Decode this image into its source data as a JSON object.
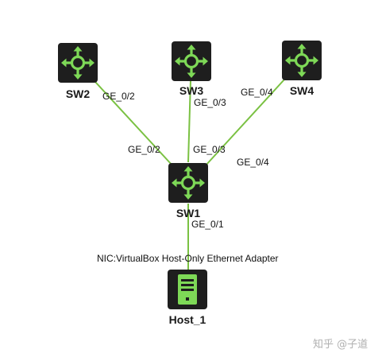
{
  "nodes": {
    "sw1": {
      "name": "SW1",
      "icon": "switch-icon"
    },
    "sw2": {
      "name": "SW2",
      "icon": "switch-icon"
    },
    "sw3": {
      "name": "SW3",
      "icon": "switch-icon"
    },
    "sw4": {
      "name": "SW4",
      "icon": "switch-icon"
    },
    "host1": {
      "name": "Host_1",
      "icon": "host-icon"
    }
  },
  "links": [
    {
      "from": "SW2",
      "to": "SW1",
      "from_port": "GE_0/2",
      "to_port": "GE_0/2"
    },
    {
      "from": "SW3",
      "to": "SW1",
      "from_port": "GE_0/3",
      "to_port": "GE_0/3"
    },
    {
      "from": "SW4",
      "to": "SW1",
      "from_port": "GE_0/4",
      "to_port": "GE_0/4"
    },
    {
      "from": "SW1",
      "to": "Host_1",
      "from_port": "GE_0/1",
      "to_port": ""
    }
  ],
  "nic_label": "NIC:VirtualBox Host-Only Ethernet Adapter",
  "watermark": "知乎 @子道",
  "colors": {
    "link": "#7ac142",
    "icon_accent": "#7ed957",
    "icon_body": "#1e1e1e"
  }
}
